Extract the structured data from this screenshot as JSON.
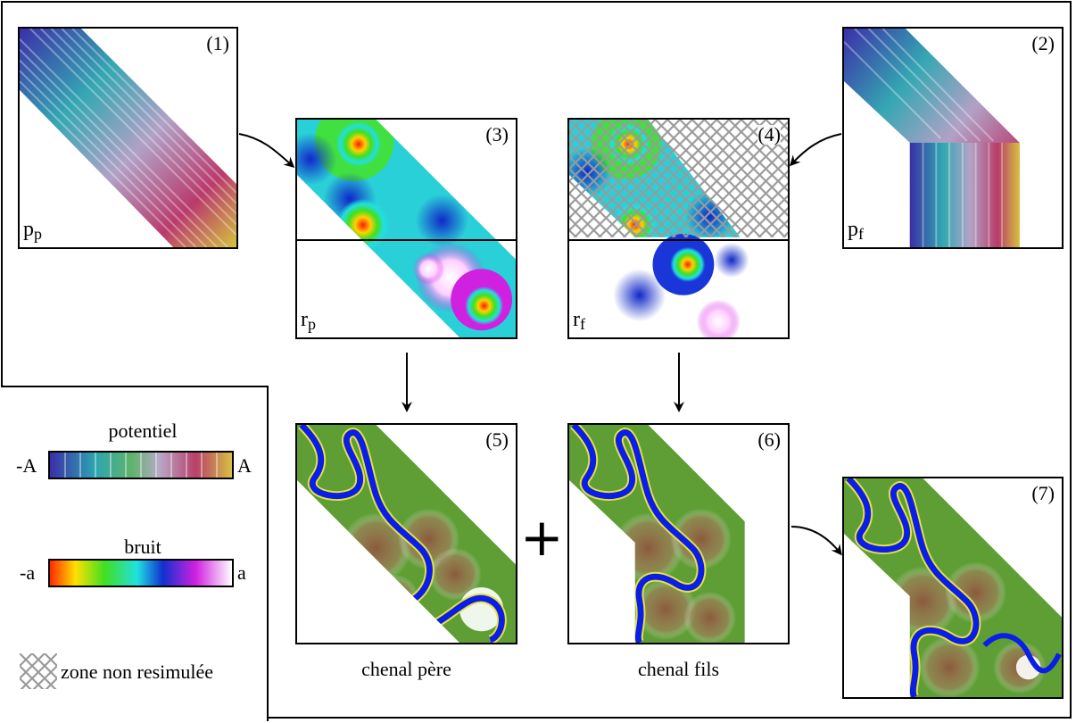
{
  "panels": {
    "p1": {
      "number": "(1)",
      "label_main": "p",
      "label_sub": "p"
    },
    "p2": {
      "number": "(2)",
      "label_main": "p",
      "label_sub": "f"
    },
    "p3": {
      "number": "(3)",
      "label_main": "r",
      "label_sub": "p"
    },
    "p4": {
      "number": "(4)",
      "label_main": "r",
      "label_sub": "f"
    },
    "p5": {
      "number": "(5)",
      "caption": "chenal père"
    },
    "p6": {
      "number": "(6)",
      "caption": "chenal fils"
    },
    "p7": {
      "number": "(7)"
    }
  },
  "operator_plus": "+",
  "legend": {
    "potential": {
      "title": "potentiel",
      "min": "-A",
      "max": "A"
    },
    "noise": {
      "title": "bruit",
      "min": "-a",
      "max": "a"
    },
    "hatch": {
      "label": "zone non resimulée"
    }
  },
  "colors": {
    "channel_blue": "#0a1ee8",
    "levee_yellow": "#e8e040",
    "floodplain_green": "#5e9e34",
    "overbank_brown": "#8a5a3c",
    "hatch_gray": "#9a9a9a"
  }
}
